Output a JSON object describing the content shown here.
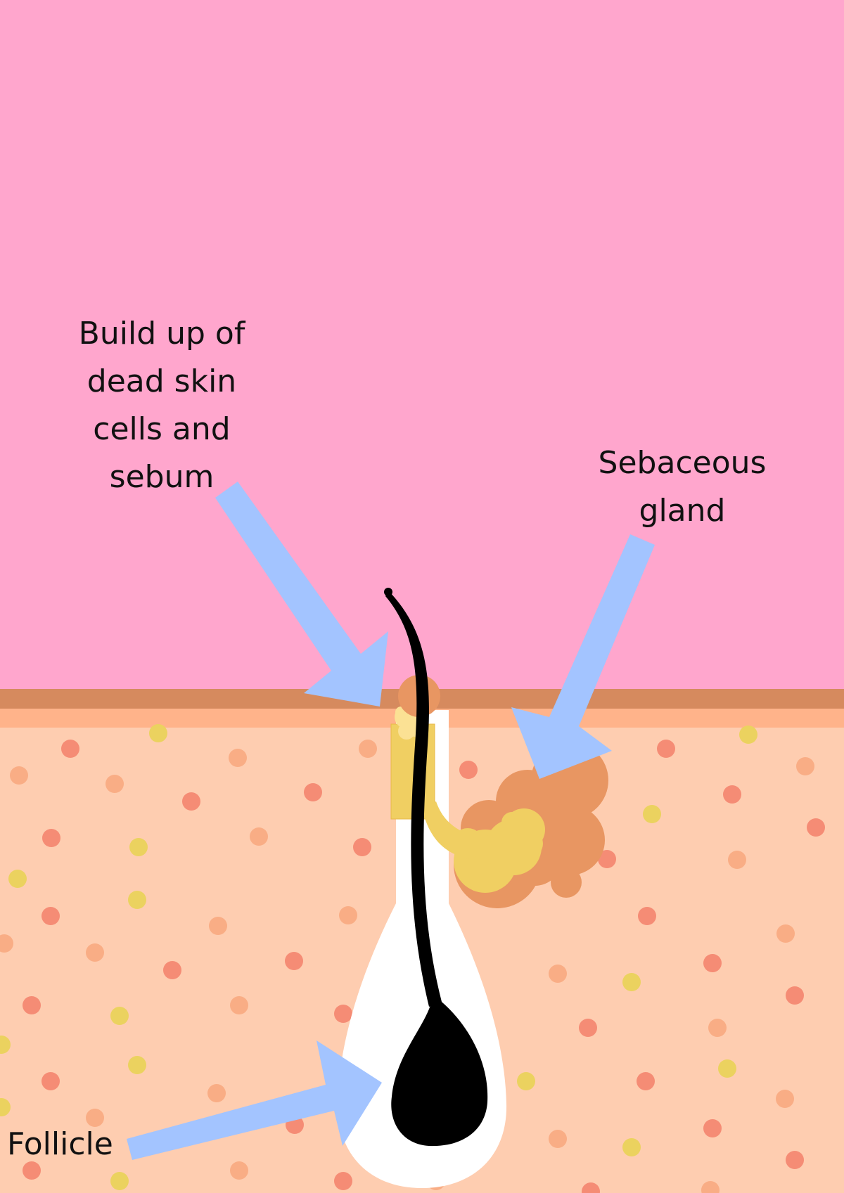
{
  "diagram": {
    "labels": {
      "buildup": [
        "Build up of",
        "dead skin",
        "cells and",
        "sebum"
      ],
      "sebaceous": [
        "Sebaceous",
        "gland"
      ],
      "follicle": [
        "Follicle"
      ]
    },
    "colors": {
      "background": "#ffa6cd",
      "epidermis_top": "#d68a5e",
      "epidermis_band": "#ffb38a",
      "dermis": "#fecdb0",
      "arrow": "#a3c4ff",
      "hair": "#000000",
      "follicle": "#ffffff",
      "sebum": "#f0cf62",
      "gland": "#e89662",
      "dot_colors": [
        "#f58c75",
        "#f9ad85",
        "#ebd25f"
      ],
      "text": "#111111"
    }
  }
}
